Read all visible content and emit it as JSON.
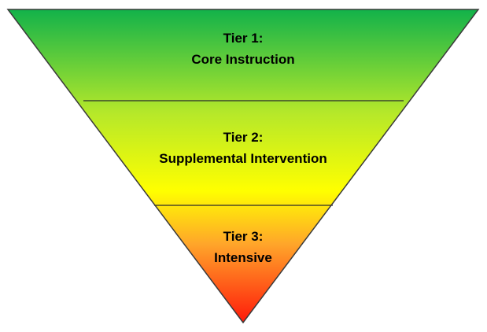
{
  "tiers": [
    {
      "title": "Tier 1:",
      "subtitle": "Core Instruction"
    },
    {
      "title": "Tier 2:",
      "subtitle": "Supplemental Intervention"
    },
    {
      "title": "Tier 3:",
      "subtitle": "Intensive"
    }
  ],
  "colors": {
    "top": "#12b24a",
    "upper_mid": "#b5e82a",
    "middle": "#ffff00",
    "lower_mid": "#ffa52a",
    "bottom": "#ff1a0a",
    "outline": "#3a3a3a"
  }
}
